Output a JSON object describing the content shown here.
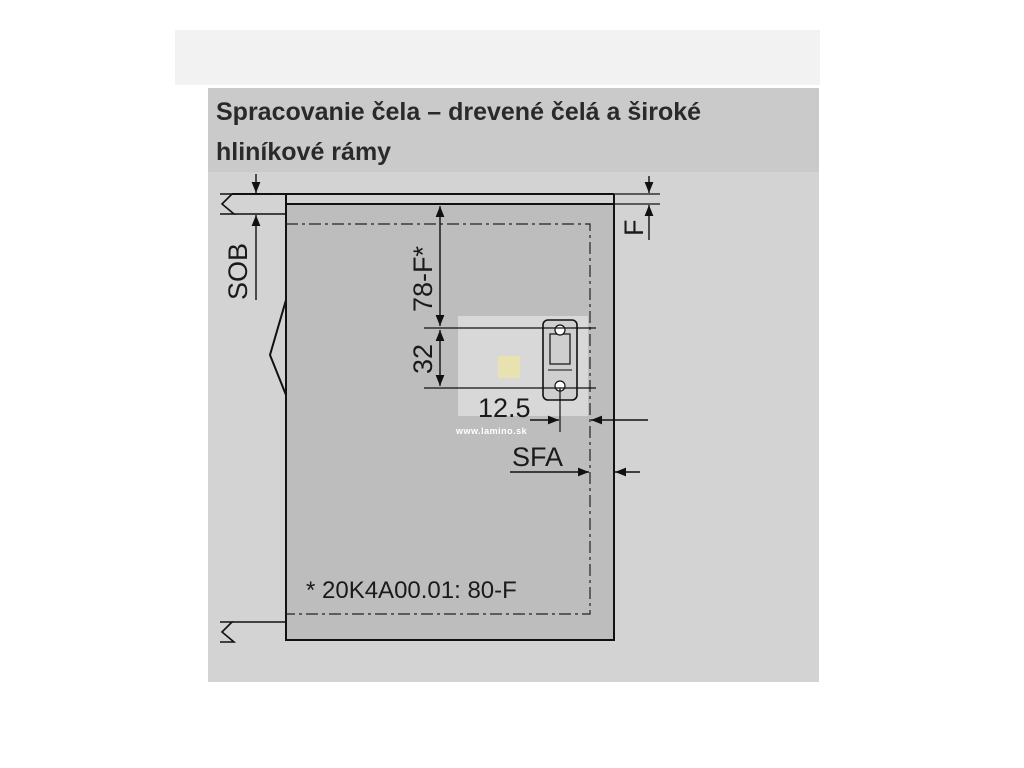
{
  "title": {
    "line1": "Spracovanie čela – drevené čelá a široké",
    "line2": "hliníkové rámy"
  },
  "labels": {
    "sob": "SOB",
    "f": "F",
    "dim_78f": "78-F*",
    "dim_32": "32",
    "dim_12_5": "12.5",
    "sfa": "SFA",
    "footnote": "* 20K4A00.01: 80-F"
  },
  "watermark": "www.lamino.sk",
  "colors": {
    "background": "#d3d3d3",
    "title_band": "#cacaca",
    "front_panel": "#bdbdbd",
    "line": "#111111"
  }
}
